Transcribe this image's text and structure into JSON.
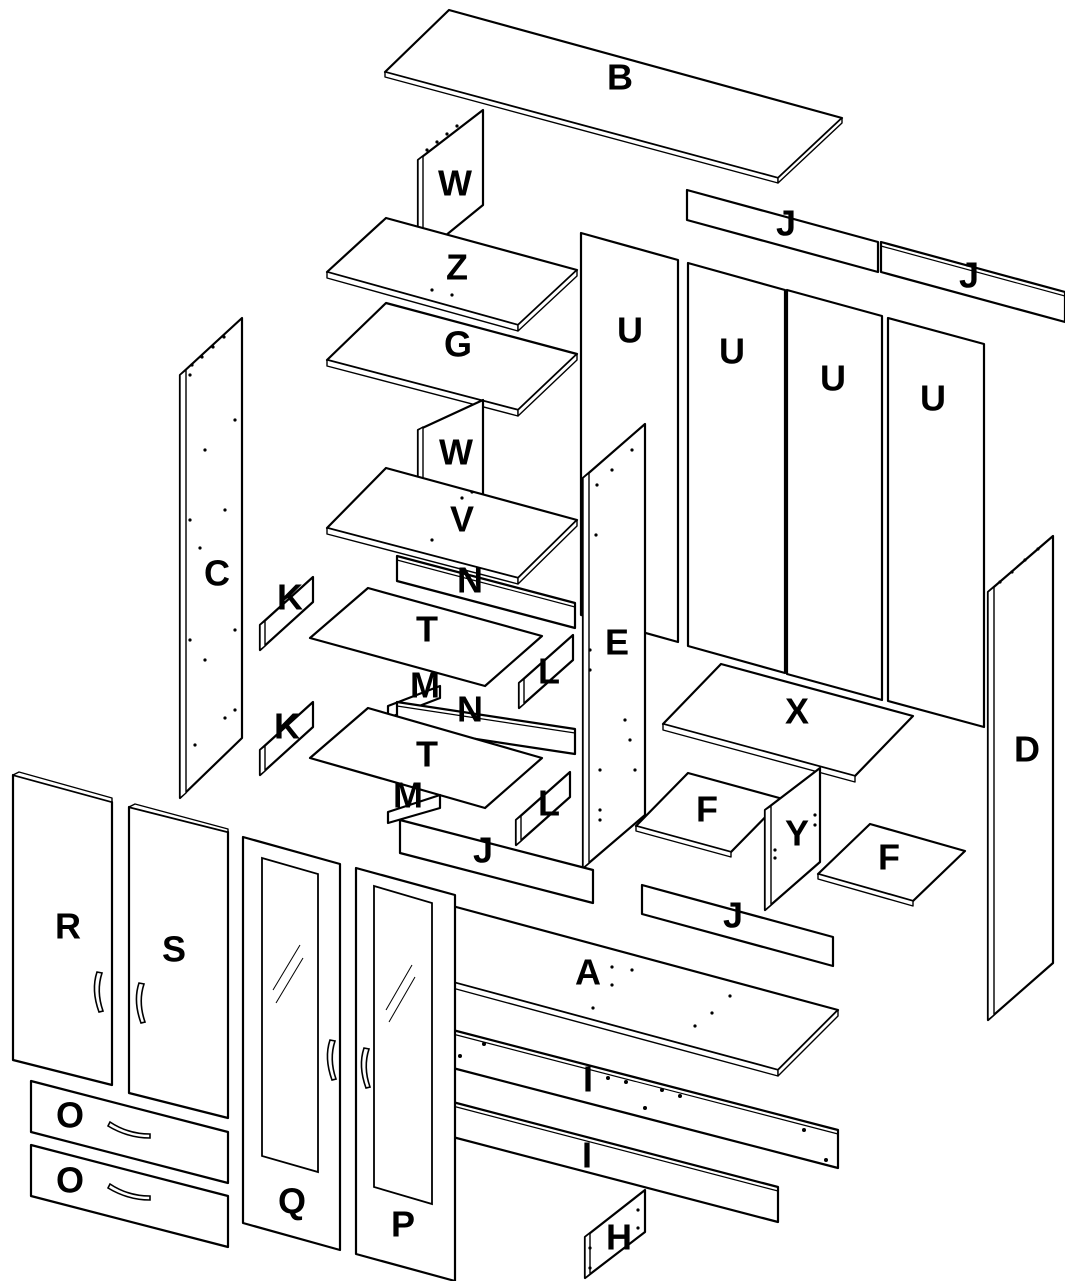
{
  "diagram": {
    "type": "exploded-assembly",
    "labels": {
      "A": "A",
      "B": "B",
      "C": "C",
      "D": "D",
      "E": "E",
      "F1": "F",
      "F2": "F",
      "G": "G",
      "H": "H",
      "I1": "I",
      "I2": "I",
      "J_top1": "J",
      "J_top2": "J",
      "J_mid": "J",
      "J_low": "J",
      "K1": "K",
      "K2": "K",
      "L1": "L",
      "L2": "L",
      "M1": "M",
      "M2": "M",
      "N1": "N",
      "N2": "N",
      "O1": "O",
      "O2": "O",
      "P": "P",
      "Q": "Q",
      "R": "R",
      "S": "S",
      "T1": "T",
      "T2": "T",
      "U1": "U",
      "U2": "U",
      "U3": "U",
      "U4": "U",
      "V": "V",
      "W1": "W",
      "W2": "W",
      "X": "X",
      "Y": "Y",
      "Z": "Z"
    }
  }
}
